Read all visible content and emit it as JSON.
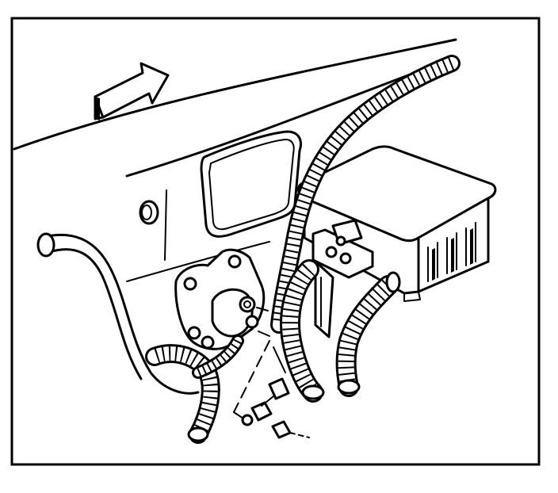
{
  "figure": {
    "kind": "technical-line-illustration",
    "colors": {
      "ink": "#000000",
      "paper": "#ffffff"
    },
    "components": [
      "firewall-panel",
      "direction-arrow",
      "inspection-port",
      "relay-box",
      "mounting-bracket",
      "solenoid",
      "wiring-harness",
      "retaining-nut"
    ]
  }
}
